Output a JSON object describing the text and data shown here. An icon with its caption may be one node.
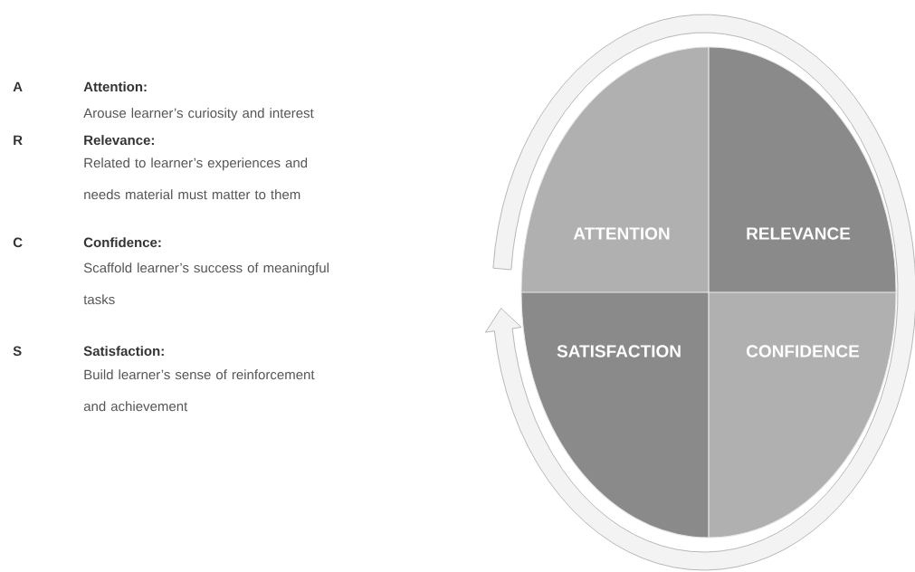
{
  "diagram": {
    "nodes": [
      {
        "text": [
          "ATTENTION"
        ]
      },
      {
        "text": [
          "RELEVANCE"
        ]
      },
      {
        "text": [
          "SATISFACTION"
        ]
      },
      {
        "text": [
          "CONFIDENCE"
        ]
      }
    ],
    "labels": [
      "A",
      "Attention:",
      "Arouse learner’s curiosity and interest",
      "R",
      "Relevance:",
      "Related to learner’s experiences and needs material must matter to them",
      "C",
      "Confidence:",
      "Scaffold learner’s success of meaningful tasks",
      "S",
      "Satisfaction:",
      "Build learner’s sense of reinforcement and achievement"
    ]
  }
}
